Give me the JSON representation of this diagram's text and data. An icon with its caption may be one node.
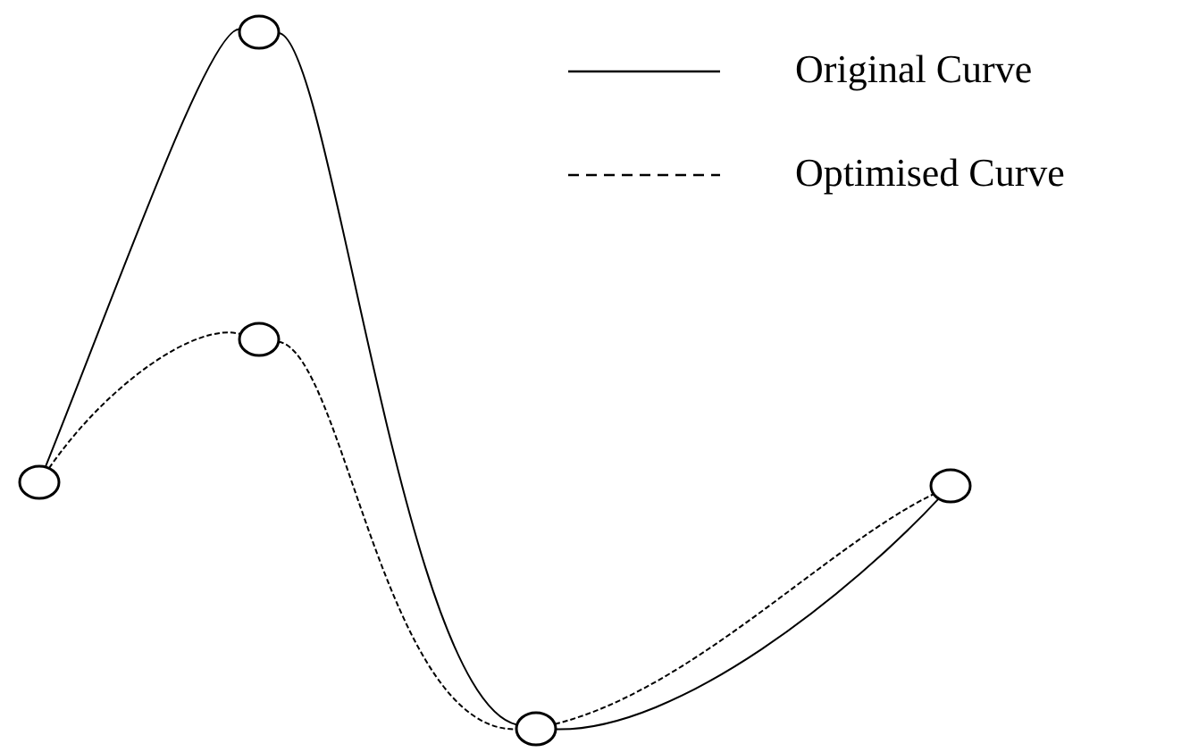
{
  "diagram": {
    "nodes": [
      {
        "text": [],
        "shape": "circle"
      },
      {
        "text": [],
        "shape": "circle"
      },
      {
        "text": [],
        "shape": "circle"
      },
      {
        "text": [],
        "shape": "circle"
      },
      {
        "text": [],
        "shape": "circle"
      }
    ],
    "edges": [
      {
        "from": 0,
        "to": 1,
        "arrow": "none"
      },
      {
        "from": 1,
        "to": 3,
        "arrow": "none"
      },
      {
        "from": 3,
        "to": 4,
        "arrow": "none"
      },
      {
        "from": 0,
        "to": 2,
        "arrow": "none",
        "style": "dashed"
      },
      {
        "from": 2,
        "to": 3,
        "arrow": "none",
        "style": "dashed"
      },
      {
        "from": 3,
        "to": 4,
        "arrow": "none",
        "style": "dashed"
      }
    ],
    "legend": [
      {
        "text": "Original Curve"
      },
      {
        "text": "Optimised Curve"
      }
    ]
  }
}
